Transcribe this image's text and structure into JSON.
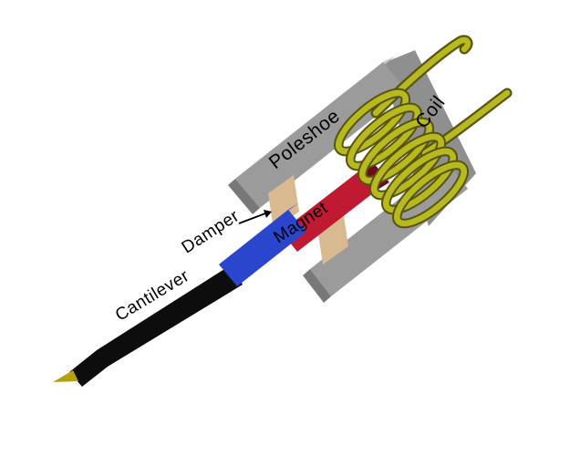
{
  "labels": {
    "poleshoe": "Poleshoe",
    "coil": "Coil",
    "damper": "Damper",
    "magnet": "Magnet",
    "cantilever": "Cantilever"
  },
  "colors": {
    "background": "#ffffff",
    "poleshoe_front": "#9b9b9b",
    "poleshoe_top": "#c7c7c7",
    "poleshoe_end": "#787878",
    "poleshoe_back": "#8f8f8f",
    "coil_wire": "#b8b81f",
    "coil_outline": "#55550d",
    "magnet_front": "#c01a33",
    "magnet_top": "#8a0e22",
    "magnet_end": "#6e0a19",
    "holder_front": "#2946cd",
    "holder_top": "#4a63dd",
    "damper_block": "#d9b98f",
    "cantilever": "#0d0d0d",
    "stylus": "#b3a20c",
    "label_text": "#000000"
  }
}
